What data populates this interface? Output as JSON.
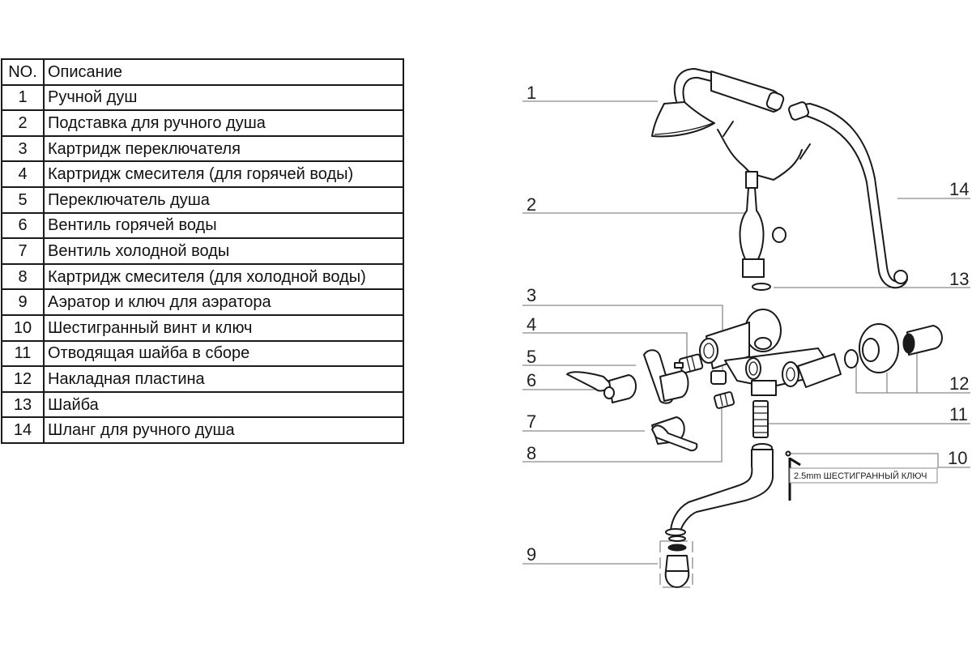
{
  "table": {
    "header": {
      "no": "NO.",
      "description": "Описание"
    },
    "rows": [
      {
        "no": "1",
        "description": "Ручной душ"
      },
      {
        "no": "2",
        "description": "Подставка для ручного душа"
      },
      {
        "no": "3",
        "description": "Картридж переключателя"
      },
      {
        "no": "4",
        "description": "Картридж смесителя (для горячей воды)"
      },
      {
        "no": "5",
        "description": "Переключатель душа"
      },
      {
        "no": "6",
        "description": "Вентиль горячей воды"
      },
      {
        "no": "7",
        "description": "Вентиль холодной воды"
      },
      {
        "no": "8",
        "description": "Картридж смесителя (для холодной воды)"
      },
      {
        "no": "9",
        "description": "Аэратор и ключ для аэратора"
      },
      {
        "no": "10",
        "description": "Шестигранный винт и ключ"
      },
      {
        "no": "11",
        "description": "Отводящая шайба в сборе"
      },
      {
        "no": "12",
        "description": "Накладная пластина"
      },
      {
        "no": "13",
        "description": "Шайба"
      },
      {
        "no": "14",
        "description": "Шланг для ручного душа"
      }
    ]
  },
  "diagram": {
    "callouts": {
      "c1": "1",
      "c2": "2",
      "c3": "3",
      "c4": "4",
      "c5": "5",
      "c6": "6",
      "c7": "7",
      "c8": "8",
      "c9": "9",
      "c10": "10",
      "c11": "11",
      "c12": "12",
      "c13": "13",
      "c14": "14"
    },
    "hex_key_note": "2.5mm ШЕСТИГРАННЫЙ КЛЮЧ"
  }
}
